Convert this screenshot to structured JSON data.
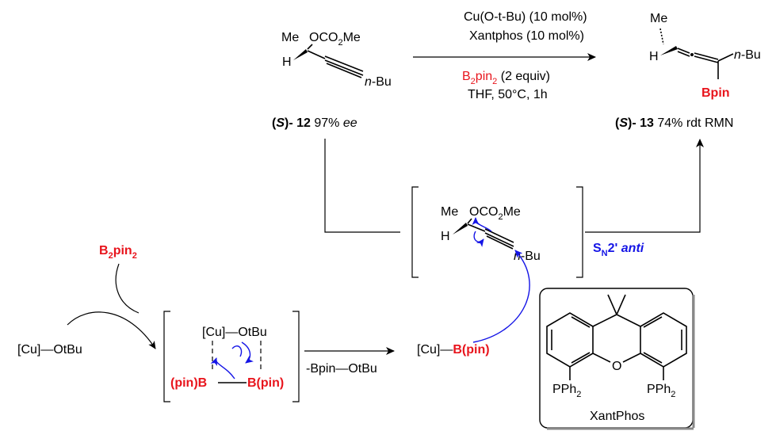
{
  "reaction": {
    "conditions_line1": "Cu(O-t-Bu) (10 mol%)",
    "conditions_line2": "Xantphos (10 mol%)",
    "reagent_b2": "B",
    "reagent_pin": "pin",
    "reagent_equiv": "(2 equiv)",
    "conditions_line4": "THF,  50°C, 1h"
  },
  "substrate": {
    "me": "Me",
    "h": "H",
    "oco": "OCO",
    "oco_sub": "2",
    "oco_me": "Me",
    "nbu_n": "n",
    "nbu": "-Bu",
    "label_s": "S",
    "label_num": "12",
    "label_ee": "97%",
    "label_ee_unit": "ee"
  },
  "product": {
    "me": "Me",
    "h": "H",
    "nbu_n": "n",
    "nbu": "-Bu",
    "bpin": "Bpin",
    "label_s": "S",
    "label_num": "13",
    "label_yield": "74% rdt RMN"
  },
  "mechanism": {
    "sn2_s": "S",
    "sn2_n": "N",
    "sn2_2": "2'",
    "sn2_anti": "anti",
    "b2pin2_b": "B",
    "b2pin2_2a": "2",
    "b2pin2_pin": "pin",
    "b2pin2_2b": "2",
    "cu_otbu": "[Cu]",
    "otbu": "OtBu",
    "ts_cu": "[Cu]",
    "ts_otbu": "OtBu",
    "ts_pinb": "(pin)B",
    "ts_bpin": "B(pin)",
    "byproduct": "-Bpin",
    "byproduct_otbu": "OtBu",
    "cub_cu": "[Cu]",
    "cub_bpin": "B(pin)"
  },
  "xantphos": {
    "o": "O",
    "pph2_left": "PPh",
    "pph2_sub": "2",
    "pph2_right": "PPh",
    "name": "XantPhos"
  }
}
